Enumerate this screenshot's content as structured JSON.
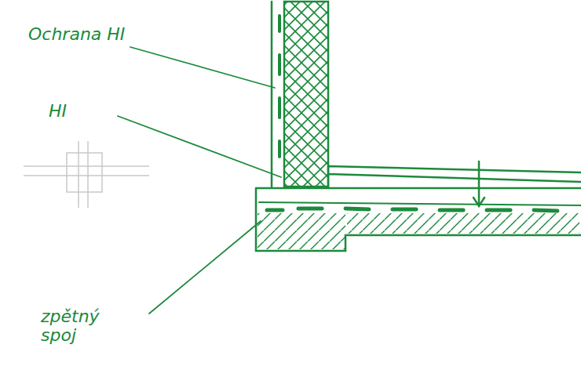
{
  "diagram": {
    "labels": [
      "Ochrana HI",
      "HI",
      "zpětný spoj"
    ]
  }
}
